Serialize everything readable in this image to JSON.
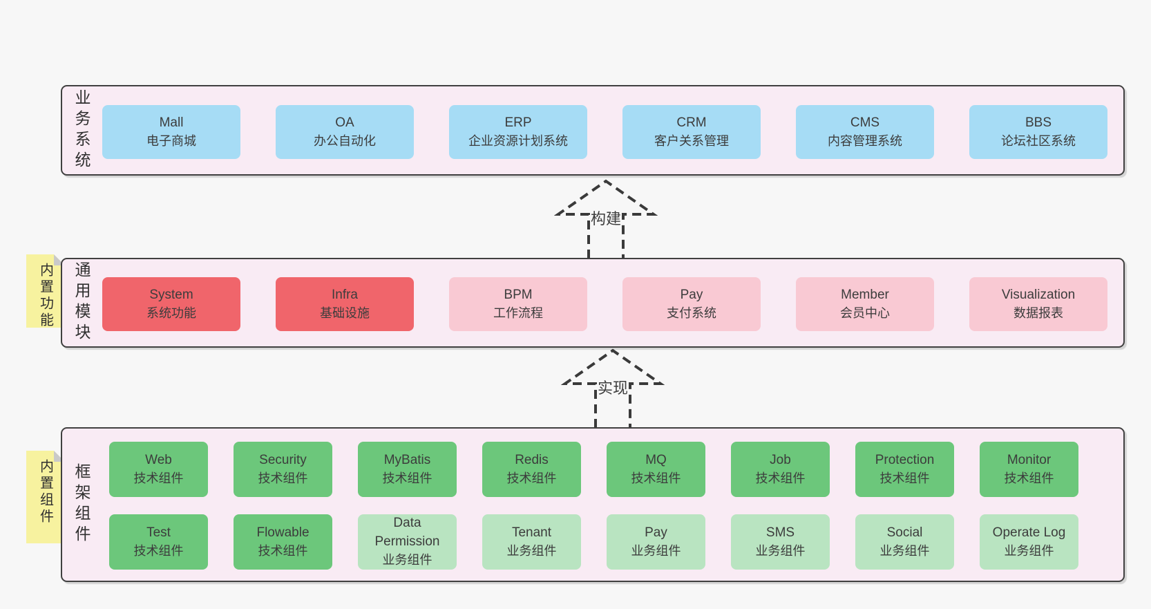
{
  "colors": {
    "page_bg": "#f7f7f7",
    "container_fill": "#f9ebf4",
    "container_border": "#404040",
    "blue": "#a6dcf5",
    "red": "#f0656b",
    "pink": "#f9c9d3",
    "green": "#6cc77b",
    "green_light": "#b9e4c1",
    "sticky_yellow": "#f7f29f",
    "fold_gray": "#c9c9c9",
    "text": "#3c3c3c"
  },
  "layers": {
    "business": {
      "label": "业务系统",
      "boxes": [
        {
          "en": "Mall",
          "zh": "电子商城",
          "variant": "blue"
        },
        {
          "en": "OA",
          "zh": "办公自动化",
          "variant": "blue"
        },
        {
          "en": "ERP",
          "zh": "企业资源计划系统",
          "variant": "blue"
        },
        {
          "en": "CRM",
          "zh": "客户关系管理",
          "variant": "blue"
        },
        {
          "en": "CMS",
          "zh": "内容管理系统",
          "variant": "blue"
        },
        {
          "en": "BBS",
          "zh": "论坛社区系统",
          "variant": "blue"
        }
      ]
    },
    "modules": {
      "label": "通用模块",
      "sticky": "内置功能",
      "boxes": [
        {
          "en": "System",
          "zh": "系统功能",
          "variant": "red"
        },
        {
          "en": "Infra",
          "zh": "基础设施",
          "variant": "red"
        },
        {
          "en": "BPM",
          "zh": "工作流程",
          "variant": "pink"
        },
        {
          "en": "Pay",
          "zh": "支付系统",
          "variant": "pink"
        },
        {
          "en": "Member",
          "zh": "会员中心",
          "variant": "pink"
        },
        {
          "en": "Visualization",
          "zh": "数据报表",
          "variant": "pink"
        }
      ]
    },
    "components": {
      "label": "框架组件",
      "sticky": "内置组件",
      "row1": [
        {
          "en": "Web",
          "zh": "技术组件",
          "variant": "green"
        },
        {
          "en": "Security",
          "zh": "技术组件",
          "variant": "green"
        },
        {
          "en": "MyBatis",
          "zh": "技术组件",
          "variant": "green"
        },
        {
          "en": "Redis",
          "zh": "技术组件",
          "variant": "green"
        },
        {
          "en": "MQ",
          "zh": "技术组件",
          "variant": "green"
        },
        {
          "en": "Job",
          "zh": "技术组件",
          "variant": "green"
        },
        {
          "en": "Protection",
          "zh": "技术组件",
          "variant": "green"
        },
        {
          "en": "Monitor",
          "zh": "技术组件",
          "variant": "green"
        }
      ],
      "row2": [
        {
          "en": "Test",
          "zh": "技术组件",
          "variant": "green"
        },
        {
          "en": "Flowable",
          "zh": "技术组件",
          "variant": "green"
        },
        {
          "en": "Data Permission",
          "zh": "业务组件",
          "variant": "green-light"
        },
        {
          "en": "Tenant",
          "zh": "业务组件",
          "variant": "green-light"
        },
        {
          "en": "Pay",
          "zh": "业务组件",
          "variant": "green-light"
        },
        {
          "en": "SMS",
          "zh": "业务组件",
          "variant": "green-light"
        },
        {
          "en": "Social",
          "zh": "业务组件",
          "variant": "green-light"
        },
        {
          "en": "Operate Log",
          "zh": "业务组件",
          "variant": "green-light"
        }
      ]
    }
  },
  "arrows": [
    {
      "label": "构建"
    },
    {
      "label": "实现"
    }
  ]
}
